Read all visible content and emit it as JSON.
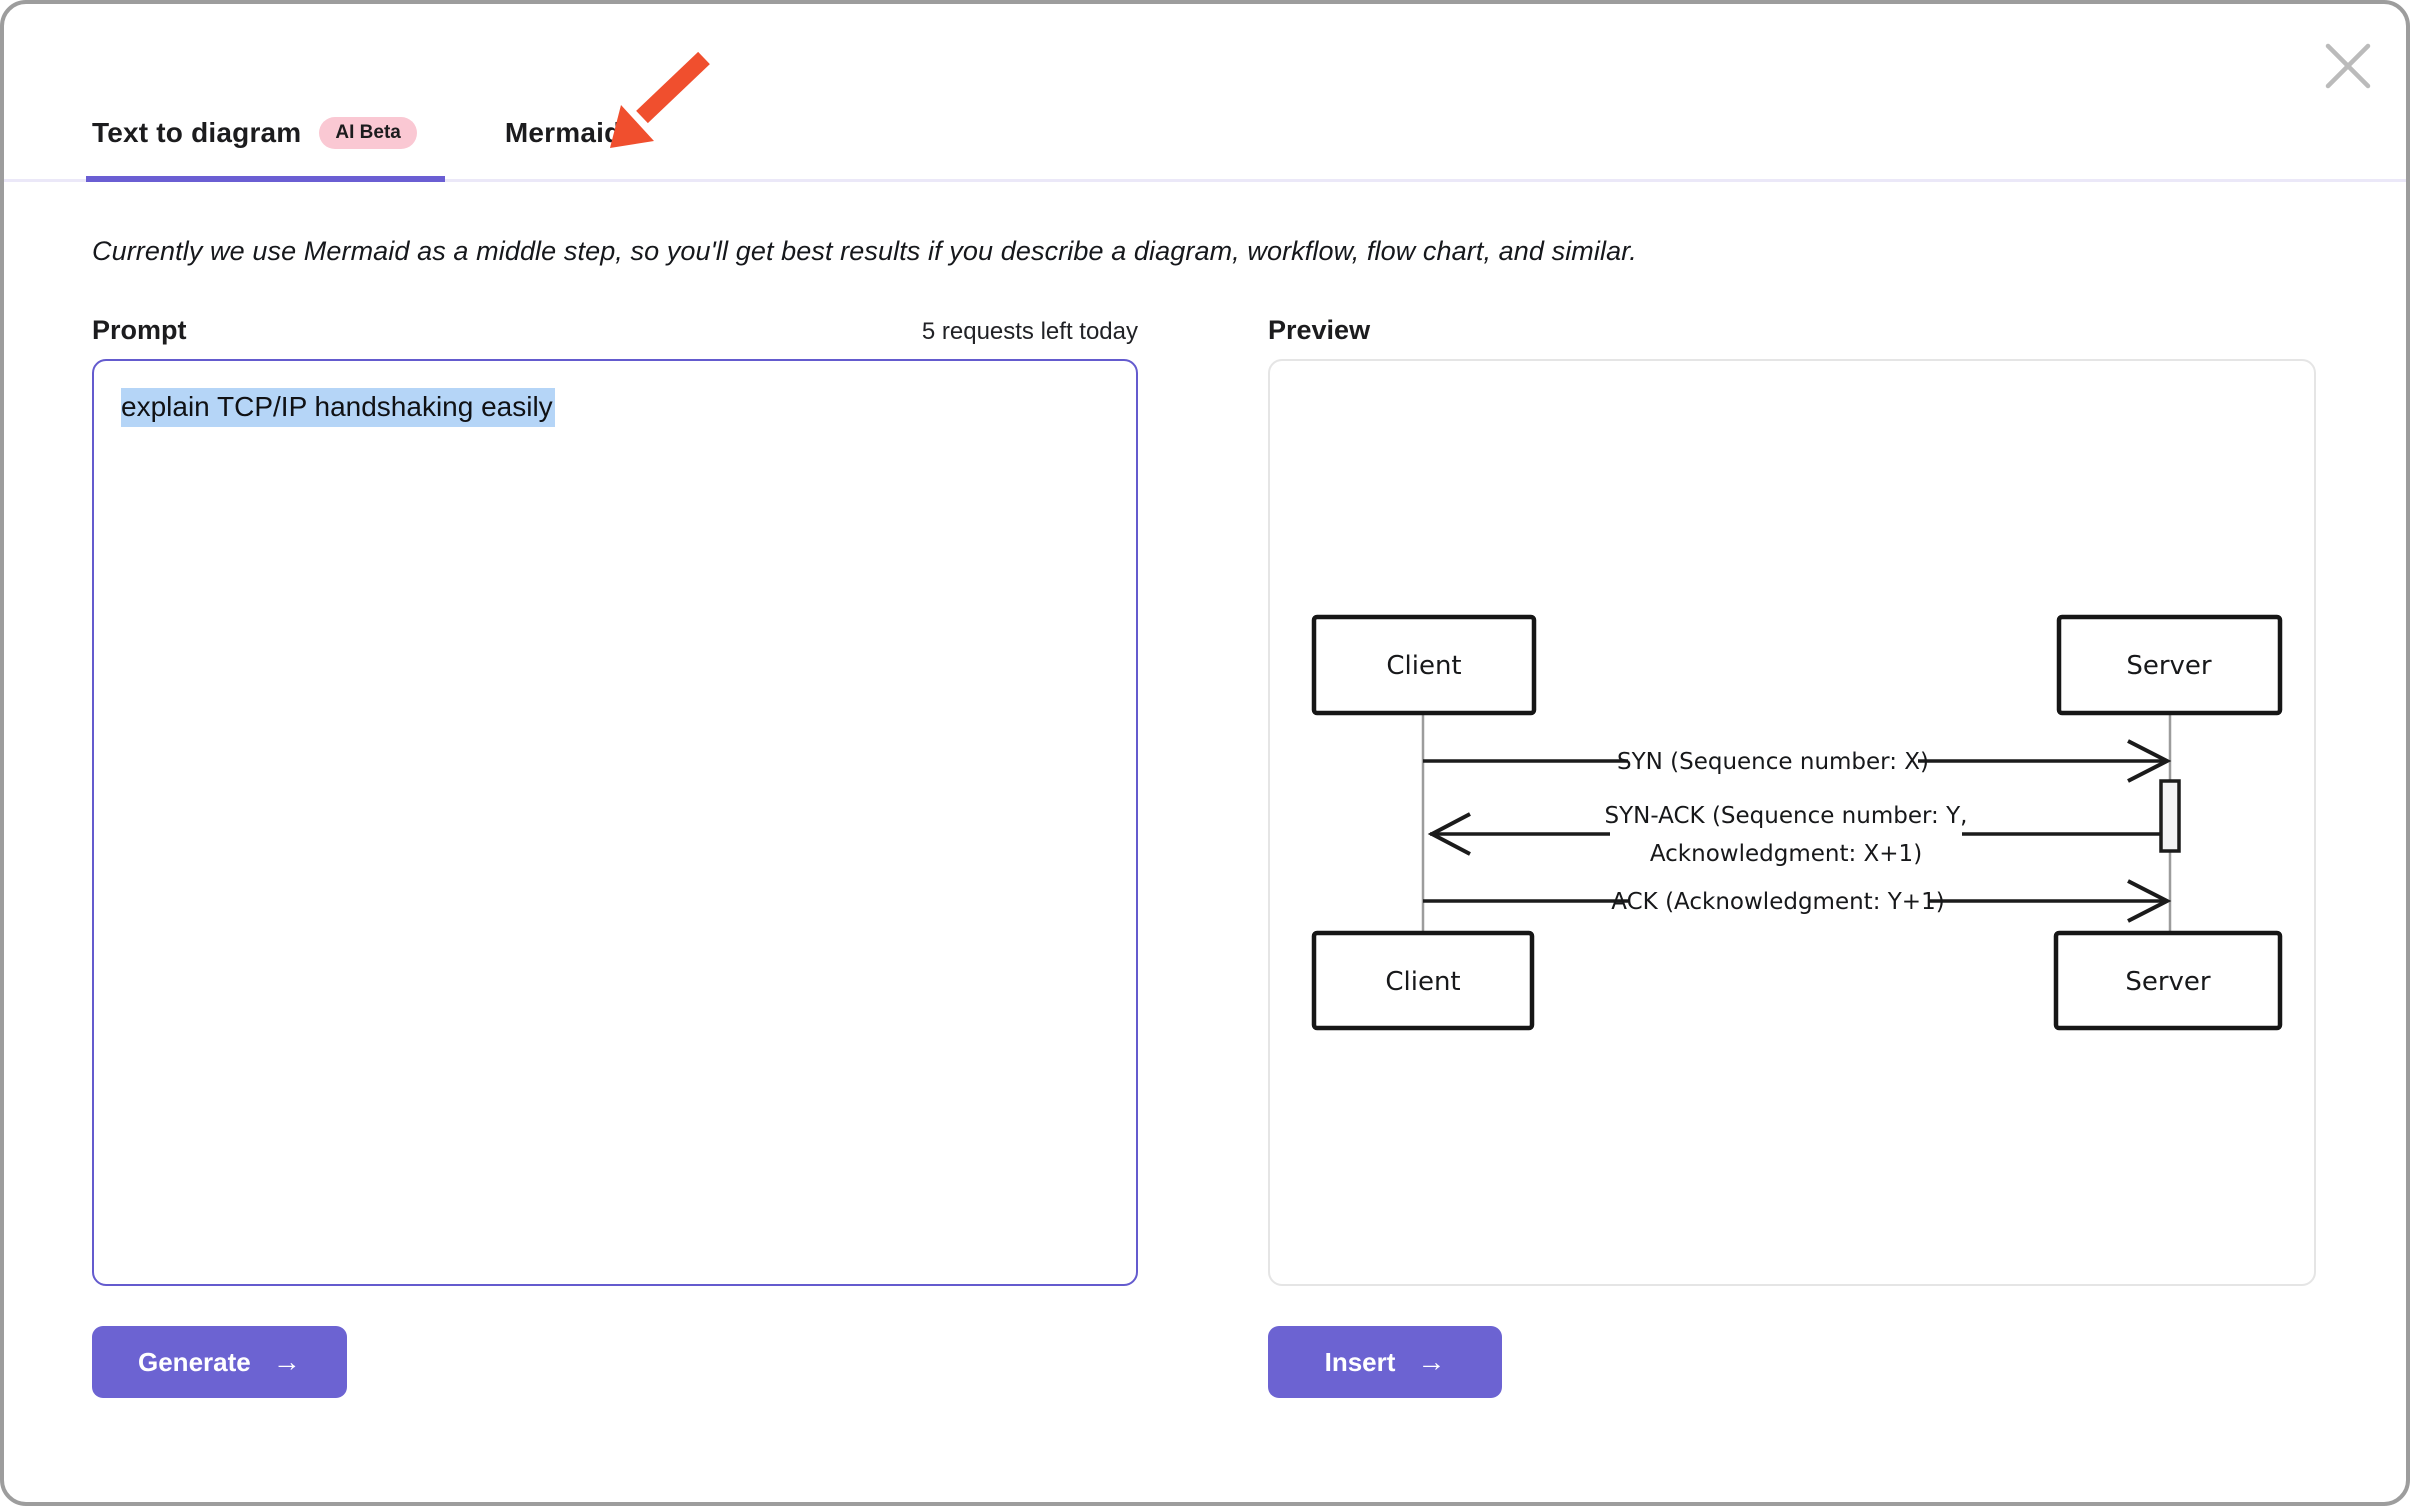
{
  "window": {
    "icons": {
      "close": "✕",
      "button_arrow": "→",
      "annotation_arrow": "↙"
    }
  },
  "tabs": {
    "text_to_diagram": {
      "label": "Text to diagram",
      "badge": "AI Beta",
      "active": true
    },
    "mermaid": {
      "label": "Mermaid",
      "active": false
    }
  },
  "description": "Currently we use Mermaid as a middle step, so you'll get best results if you describe a diagram, workflow, flow chart, and similar.",
  "prompt": {
    "label": "Prompt",
    "quota": "5 requests left today",
    "value": "explain TCP/IP handshaking easily",
    "value_selected": true
  },
  "preview": {
    "label": "Preview"
  },
  "diagram": {
    "type": "sequence",
    "actors": {
      "client": "Client",
      "server": "Server"
    },
    "messages": {
      "syn": "SYN (Sequence number: X)",
      "syn_ack_line1": "SYN-ACK (Sequence number: Y,",
      "syn_ack_line2": "Acknowledgment: X+1)",
      "ack": "ACK (Acknowledgment: Y+1)"
    }
  },
  "buttons": {
    "generate": "Generate",
    "insert": "Insert"
  },
  "colors": {
    "accent_purple": "#6c63d2",
    "tab_underline": "#6a5ed3",
    "badge_pink": "#fac8d3",
    "selection_blue": "#b5d5f7",
    "annotation_red": "#f04f2e",
    "dialog_border": "#9d9d9d"
  }
}
